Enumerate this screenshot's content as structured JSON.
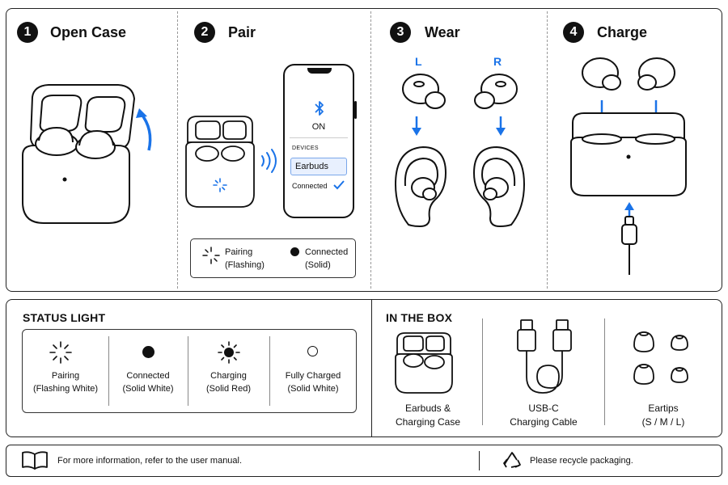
{
  "steps": [
    {
      "num": "1",
      "title": "Open Case"
    },
    {
      "num": "2",
      "title": "Pair"
    },
    {
      "num": "3",
      "title": "Wear"
    },
    {
      "num": "4",
      "title": "Charge"
    }
  ],
  "phone": {
    "bt_state": "ON",
    "devices_header": "DEVICES",
    "device_name": "Earbuds",
    "device_status": "Connected"
  },
  "pair_legend": {
    "pairing": {
      "label": "Pairing",
      "sub": "(Flashing)"
    },
    "connected": {
      "label": "Connected",
      "sub": "(Solid)"
    }
  },
  "wear": {
    "left": "L",
    "right": "R"
  },
  "status_light": {
    "heading": "STATUS LIGHT",
    "items": [
      {
        "label": "Pairing",
        "sub": "(Flashing White)"
      },
      {
        "label": "Connected",
        "sub": "(Solid White)"
      },
      {
        "label": "Charging",
        "sub": "(Solid Red)"
      },
      {
        "label": "Fully Charged",
        "sub": "(Solid White)"
      }
    ]
  },
  "in_the_box": {
    "heading": "IN THE BOX",
    "items": [
      {
        "line1": "Earbuds &",
        "line2": "Charging Case"
      },
      {
        "line1": "USB-C",
        "line2": "Charging Cable"
      },
      {
        "line1": "Eartips",
        "line2": "(S / M / L)"
      }
    ]
  },
  "footer": {
    "manual_text": "For more information, refer to the user manual.",
    "recycle_text": "Please recycle packaging."
  },
  "colors": {
    "accent": "#1a73e8",
    "ink": "#111111",
    "highlight": "#e8f0fe"
  },
  "icons": [
    "bluetooth-icon",
    "checkmark-icon",
    "signal-waves-icon",
    "book-icon",
    "recycle-icon"
  ]
}
